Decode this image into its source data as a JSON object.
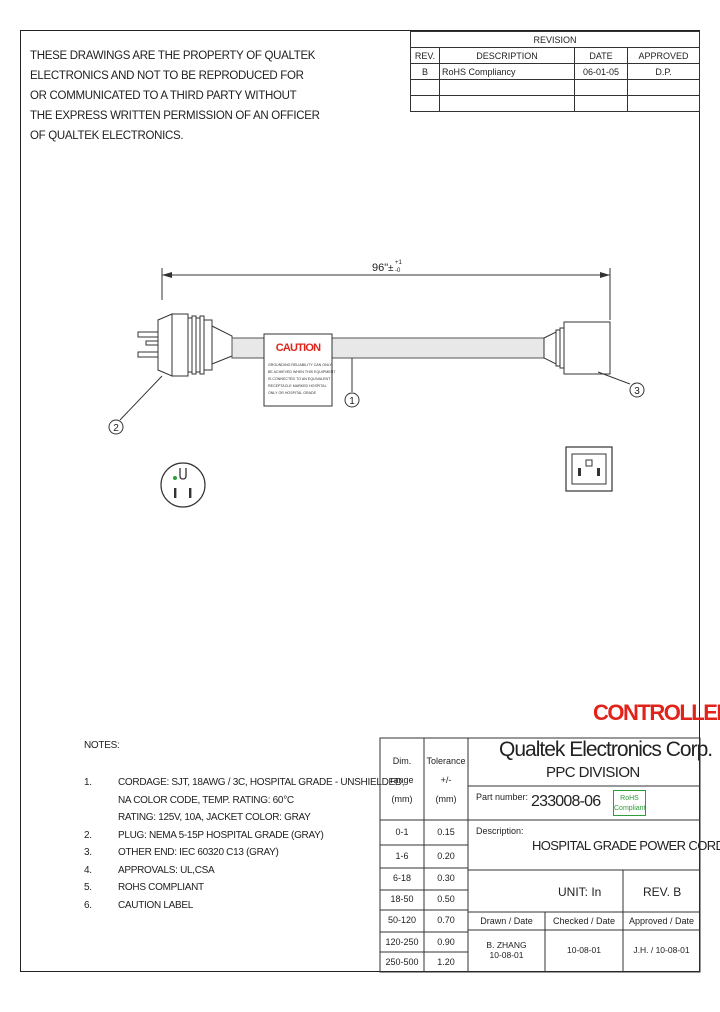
{
  "property_notice": [
    "THESE DRAWINGS ARE THE PROPERTY OF QUALTEK",
    "ELECTRONICS AND NOT TO BE REPRODUCED FOR",
    "OR COMMUNICATED TO A THIRD PARTY WITHOUT",
    "THE EXPRESS WRITTEN PERMISSION OF AN OFFICER",
    "OF QUALTEK ELECTRONICS."
  ],
  "revision": {
    "title": "REVISION",
    "headers": [
      "REV.",
      "DESCRIPTION",
      "DATE",
      "APPROVED"
    ],
    "rows": [
      [
        "B",
        "RoHS Compliancy",
        "06-01-05",
        "D.P."
      ],
      [
        "",
        "",
        "",
        ""
      ],
      [
        "",
        "",
        "",
        ""
      ]
    ]
  },
  "drawing": {
    "length_dim": "96\"",
    "tol_plus": "+1",
    "tol_minus": "-0",
    "callouts": [
      "1",
      "2",
      "3"
    ],
    "caution_title": "CAUTION",
    "caution_lines": [
      "GROUNDING RELIABILITY CAN ONLY",
      "BE ACHIEVED WHEN THIS EQUIPMENT",
      "IS CONNECTED TO AN EQUIVALENT",
      "RECEPTACLE MARKED HOSPITAL",
      "ONLY OR HOSPITAL GRADE"
    ]
  },
  "controlled": "CONTROLLED",
  "notes": {
    "title": "NOTES:",
    "items": [
      {
        "num": "1.",
        "lines": [
          "CORDAGE: SJT, 18AWG / 3C, HOSPITAL GRADE - UNSHIELDED,",
          "NA COLOR CODE, TEMP. RATING: 60°C",
          "RATING: 125V, 10A, JACKET COLOR: GRAY"
        ]
      },
      {
        "num": "2.",
        "lines": [
          "PLUG: NEMA 5-15P HOSPITAL GRADE (GRAY)"
        ]
      },
      {
        "num": "3.",
        "lines": [
          "OTHER END: IEC 60320 C13 (GRAY)"
        ]
      },
      {
        "num": "4.",
        "lines": [
          "APPROVALS: UL,CSA"
        ]
      },
      {
        "num": "5.",
        "lines": [
          "ROHS COMPLIANT"
        ]
      },
      {
        "num": "6.",
        "lines": [
          "CAUTION LABEL"
        ]
      }
    ]
  },
  "title_block": {
    "dim_header": [
      "Dim.",
      "range",
      "(mm)"
    ],
    "tol_header": [
      "Tolerance",
      "+/-",
      "(mm)"
    ],
    "dims": [
      "0-1",
      "1-6",
      "6-18",
      "18-50",
      "50-120",
      "120-250",
      "250-500"
    ],
    "tols": [
      "0.15",
      "0.20",
      "0.30",
      "0.50",
      "0.70",
      "0.90",
      "1.20"
    ],
    "company": "Qualtek Electronics Corp.",
    "division": "PPC DIVISION",
    "part_label": "Part number:",
    "part_number": "233008-06",
    "rohs_badge": [
      "RoHS",
      "Compliant"
    ],
    "desc_label": "Description:",
    "description": "HOSPITAL GRADE POWER CORD",
    "unit": "UNIT: In",
    "rev": "REV. B",
    "drawn_label": "Drawn / Date",
    "checked_label": "Checked / Date",
    "approved_label": "Approved / Date",
    "drawn_value": [
      "B. ZHANG",
      "10-08-01"
    ],
    "checked_value": "10-08-01",
    "approved_value": "J.H. / 10-08-01"
  },
  "colors": {
    "caution_red": "#e0241c",
    "rohs_green": "#2e9e3a",
    "cord_gray": "#e6e6e6"
  }
}
